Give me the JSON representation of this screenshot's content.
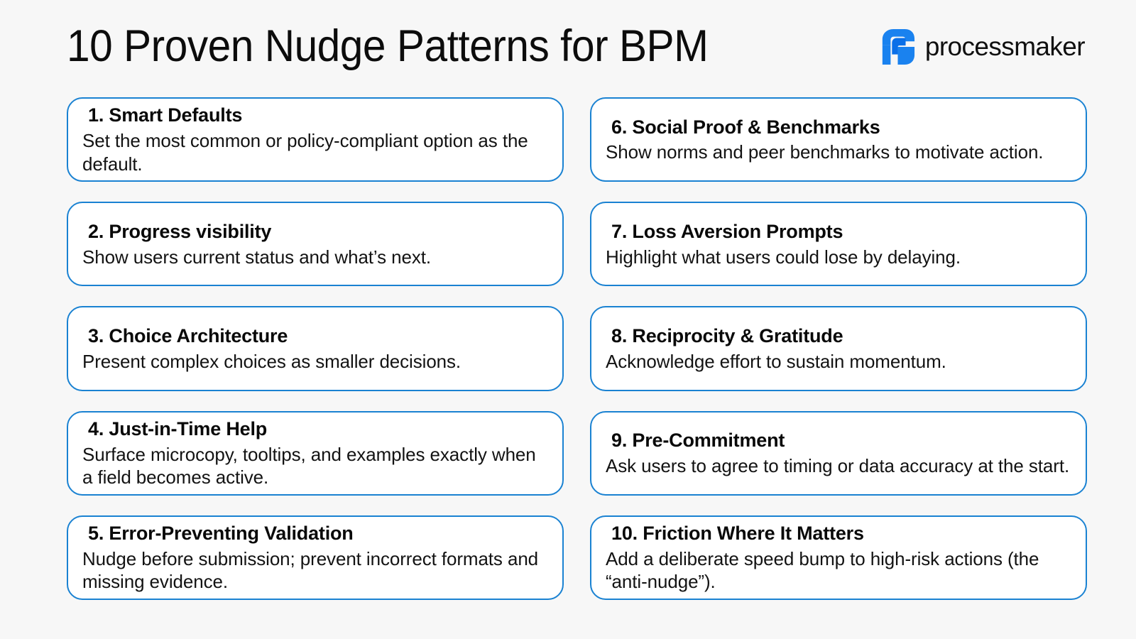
{
  "header": {
    "title": "10 Proven Nudge Patterns for BPM",
    "brand": {
      "name": "processmaker",
      "mark_icon": "processmaker-logo-icon",
      "mark_color": "#1a82ef",
      "mark_color_dark": "#0a6fe8"
    }
  },
  "theme": {
    "background": "#f7f7f7",
    "card_background": "#ffffff",
    "card_border": "#1a82d2",
    "text": "#111111"
  },
  "cards": [
    {
      "title": "1. Smart Defaults",
      "body": "Set the most common or policy-compliant option as the default."
    },
    {
      "title": "6. Social Proof & Benchmarks",
      "body": "Show norms and peer benchmarks to motivate action."
    },
    {
      "title": "2. Progress visibility",
      "body": "Show users current status and what’s next."
    },
    {
      "title": "7. Loss Aversion Prompts",
      "body": "Highlight what users could lose by delaying."
    },
    {
      "title": "3. Choice Architecture",
      "body": "Present complex choices as smaller decisions."
    },
    {
      "title": "8. Reciprocity & Gratitude",
      "body": "Acknowledge effort to sustain momentum."
    },
    {
      "title": "4. Just-in-Time Help",
      "body": "Surface microcopy, tooltips, and examples exactly when a field becomes active."
    },
    {
      "title": "9. Pre-Commitment",
      "body": "Ask users to agree to timing or data accuracy at the start."
    },
    {
      "title": "5. Error-Preventing Validation",
      "body": "Nudge before submission; prevent incorrect formats and missing evidence."
    },
    {
      "title": "10. Friction Where It Matters",
      "body": "Add a deliberate speed bump to high-risk actions (the “anti-nudge”)."
    }
  ]
}
